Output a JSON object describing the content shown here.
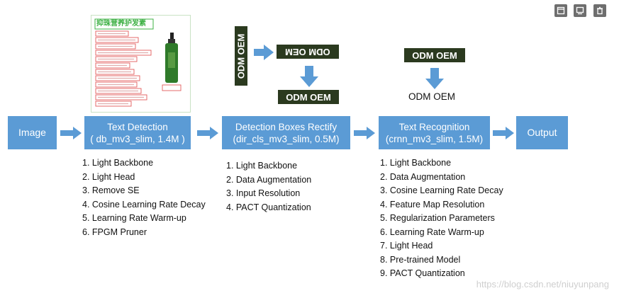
{
  "toolbar": {
    "buttons": [
      {
        "icon": "window-restore-icon"
      },
      {
        "icon": "monitor-icon"
      },
      {
        "icon": "trash-icon"
      }
    ]
  },
  "pipeline": {
    "input": "Image",
    "stages": [
      {
        "title": "Text Detection",
        "subtitle": "( db_mv3_slim, 1.4M )",
        "items": [
          "1. Light Backbone",
          "2. Light Head",
          "3. Remove SE",
          "4. Cosine Learning Rate Decay",
          "5. Learning Rate Warm-up",
          "6. FPGM Pruner"
        ]
      },
      {
        "title": "Detection Boxes Rectify",
        "subtitle": "(dir_cls_mv3_slim, 0.5M)",
        "items": [
          "1. Light Backbone",
          "2. Data Augmentation",
          "3. Input Resolution",
          "4. PACT Quantization"
        ]
      },
      {
        "title": "Text Recognition",
        "subtitle": "(crnn_mv3_slim, 1.5M)",
        "items": [
          "1. Light Backbone",
          "2. Data Augmentation",
          "3. Cosine Learning Rate Decay",
          "4. Feature Map Resolution",
          "5. Regularization Parameters",
          "6. Learning Rate Warm-up",
          "7. Light Head",
          "8. Pre-trained Model",
          "9. PACT Quantization"
        ]
      }
    ],
    "output": "Output"
  },
  "examples": {
    "product_heading": "抑珠营养护发素",
    "rectify_rotated": "ODM OEM",
    "rectify_flipped": "ODM OEM",
    "rectify_result": "ODM OEM",
    "recog_input": "ODM OEM",
    "recog_result": "ODM OEM"
  },
  "watermark": "https://blog.csdn.net/niuyunpang",
  "colors": {
    "box": "#5b9bd5",
    "arrow": "#5b9bd5",
    "crop_bg": "#2b3a1f",
    "detect_green": "#3cb043",
    "detect_red": "#e25b5b"
  }
}
